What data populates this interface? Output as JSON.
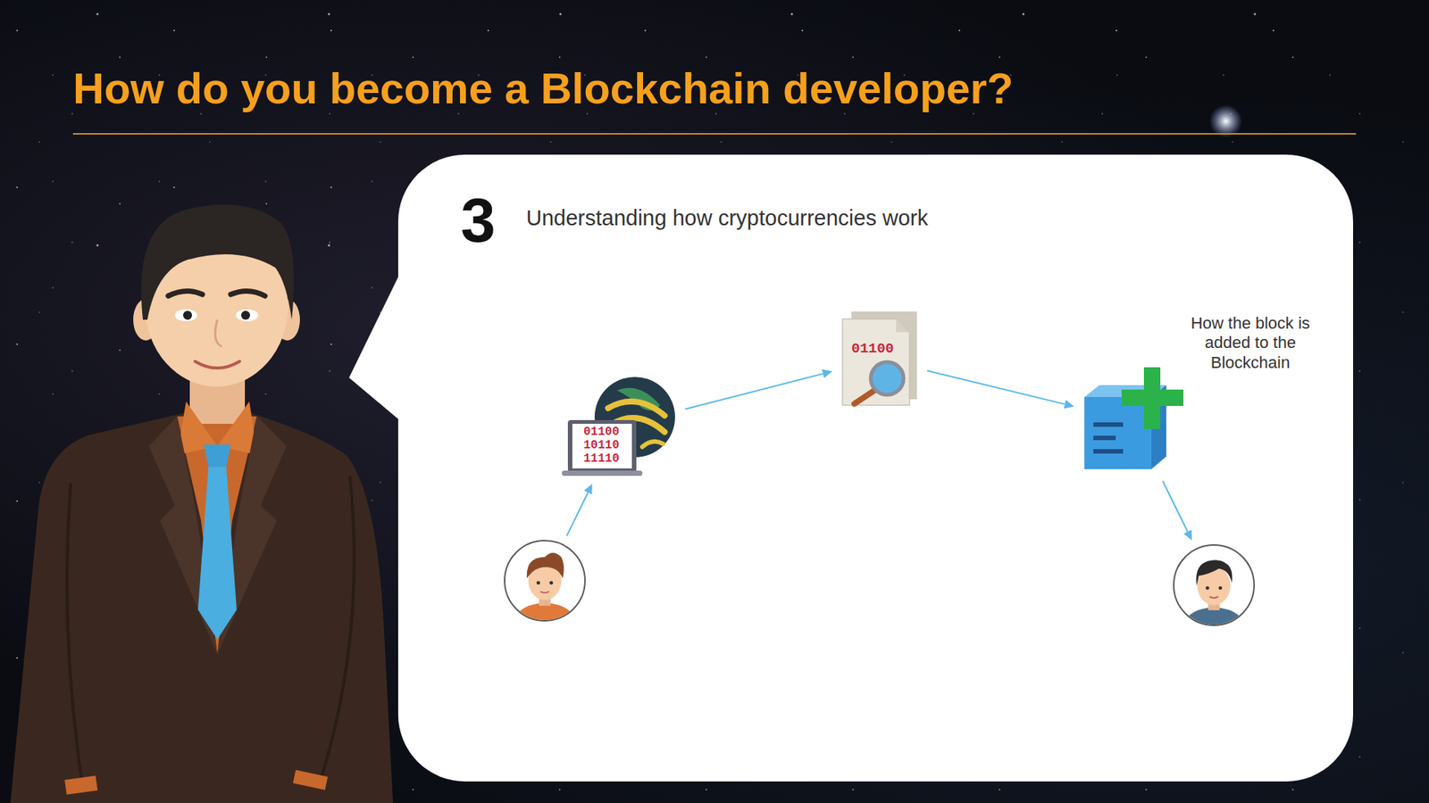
{
  "diagram": {
    "title": "How do you become a Blockchain developer?",
    "nodes": [
      {
        "text": [
          "3",
          "Understanding how cryptocurrencies work"
        ]
      },
      {
        "text": [],
        "in": 0
      },
      {
        "text": [
          "01100 10110 11110"
        ],
        "in": 0
      },
      {
        "text": [
          "01100"
        ],
        "in": 0
      },
      {
        "text": [
          "How the block is added to the Blockchain"
        ],
        "in": 0
      },
      {
        "text": [],
        "in": 0
      }
    ],
    "edges": [
      {
        "from": 1,
        "to": 2,
        "arrow": "to"
      },
      {
        "from": 2,
        "to": 3,
        "arrow": "to"
      },
      {
        "from": 3,
        "to": 4,
        "arrow": "to"
      },
      {
        "from": 4,
        "to": 5,
        "arrow": "to"
      }
    ]
  }
}
